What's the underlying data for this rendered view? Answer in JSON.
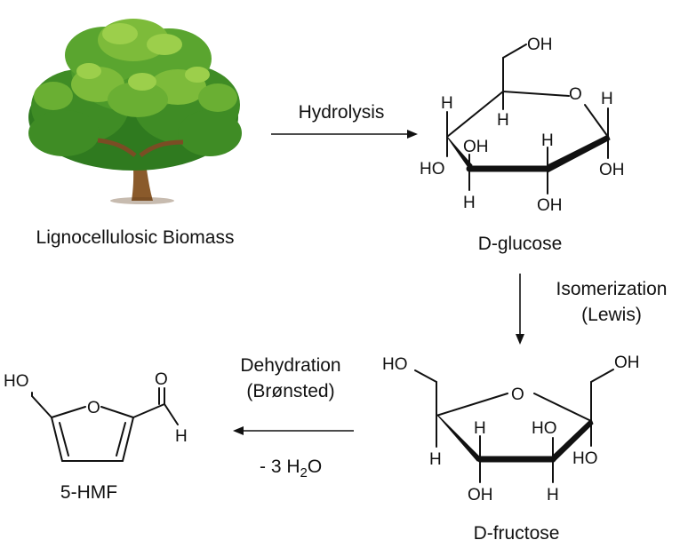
{
  "labels": {
    "biomass": "Lignocellulosic Biomass",
    "glucose": "D-glucose",
    "fructose": "D-fructose",
    "hmf": "5-HMF"
  },
  "steps": {
    "hydrolysis": "Hydrolysis",
    "isomerization_1": "Isomerization",
    "isomerization_2": "(Lewis)",
    "dehydration_1": "Dehydration",
    "dehydration_2": "(Brønsted)",
    "water_loss_prefix": "- 3 H",
    "water_loss_sub": "2",
    "water_loss_suffix": "O"
  },
  "atoms": {
    "oh": "OH",
    "ho": "HO",
    "h": "H",
    "o": "O"
  },
  "colors": {
    "foliage_dark": "#2f7a1f",
    "foliage_mid": "#4c9a2a",
    "foliage_light": "#8cc63f",
    "trunk": "#8a5a2b",
    "trunk_dark": "#5e3b1a"
  }
}
